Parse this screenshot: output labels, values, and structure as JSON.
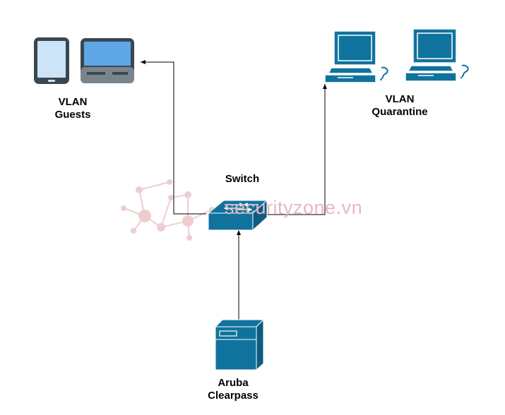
{
  "labels": {
    "guests_line1": "VLAN",
    "guests_line2": "Guests",
    "quarantine_line1": "VLAN",
    "quarantine_line2": "Quarantine",
    "switch": "Switch",
    "clearpass_line1": "Aruba",
    "clearpass_line2": "Clearpass"
  },
  "watermark": {
    "text": "securityzone.vn"
  },
  "colors": {
    "device_blue": "#10739e",
    "screen_light": "#cde3f7",
    "laptop_screen": "#5fa8e8",
    "device_dark": "#3a4750",
    "watermark": "#e8b9bd",
    "connector": "#000000"
  }
}
